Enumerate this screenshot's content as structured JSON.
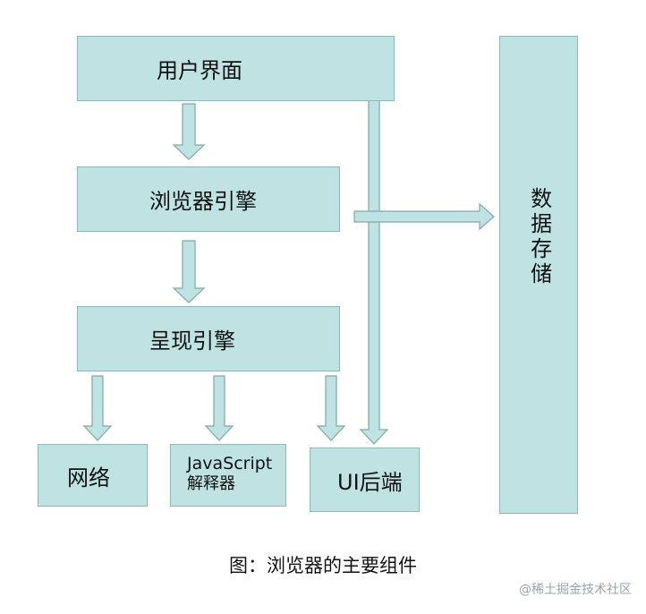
{
  "boxes": {
    "user_interface": "用户界面",
    "browser_engine": "浏览器引擎",
    "rendering_engine": "呈现引擎",
    "data_storage": "数据存储",
    "network": "网络",
    "js_interpreter_line1": "JavaScript",
    "js_interpreter_line2": "解释器",
    "ui_backend": "UI后端"
  },
  "caption": "图：浏览器的主要组件",
  "watermark": "@稀土掘金技术社区",
  "colors": {
    "box_fill": "#bfe3e3",
    "box_border": "#8fb8b8",
    "arrow_fill": "#bfe3e3",
    "arrow_stroke": "#7fa8a8"
  }
}
